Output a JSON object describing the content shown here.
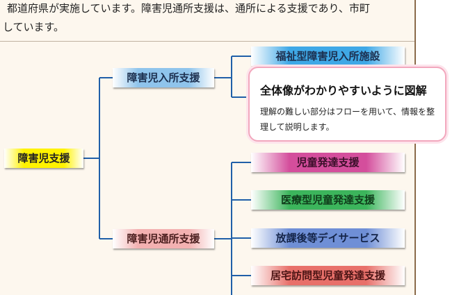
{
  "text": {
    "line1": "都道府県が実施しています。障害児通所支援は、通所による支援であり、市町",
    "line2": "しています。"
  },
  "diagram": {
    "root": "障害児支援",
    "branches": [
      {
        "label": "障害児入所支援",
        "color": "#8fc4ec",
        "children": [
          "福祉型障害児入所施設"
        ]
      },
      {
        "label": "障害児通所支援",
        "color": "#f3b1b1",
        "children": [
          "児童発達支援",
          "医療型児童発達支援",
          "放課後等デイサービス",
          "居宅訪問型児童発達支援"
        ]
      }
    ],
    "line_color": "#1f5fa8"
  },
  "callout": {
    "title": "全体像がわかりやすいように図解",
    "body": "理解の難しい部分はフローを用いて、情報を整理して説明します。",
    "border_color": "#f2a7bd"
  }
}
